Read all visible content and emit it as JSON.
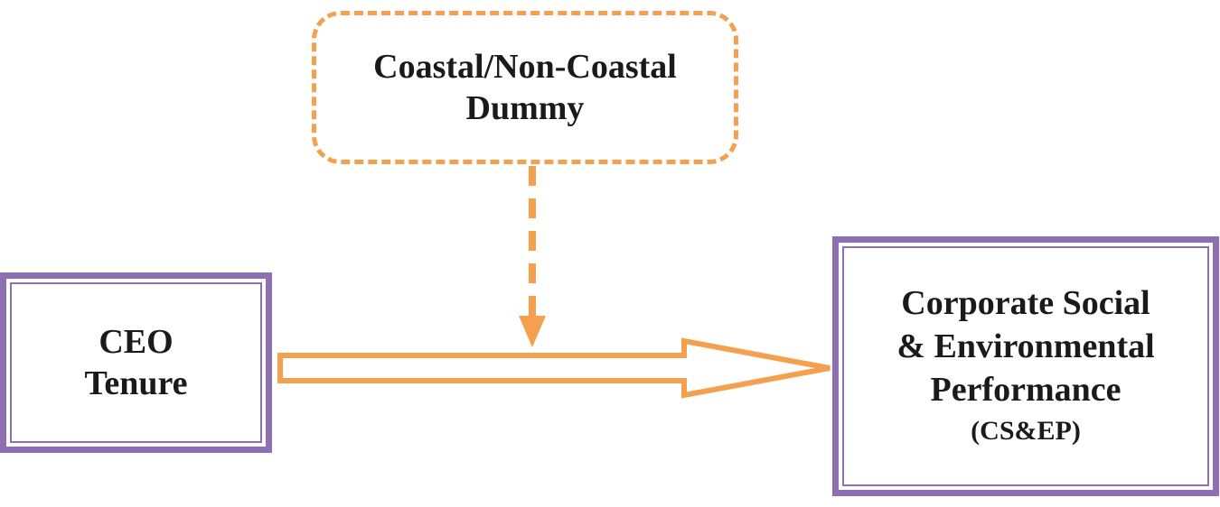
{
  "moderator": {
    "line1": "Coastal/Non-Coastal",
    "line2": "Dummy"
  },
  "independent": {
    "line1": "CEO",
    "line2": "Tenure"
  },
  "dependent": {
    "line1": "Corporate Social",
    "line2": "& Environmental",
    "line3": "Performance",
    "abbr": "(CS&EP)"
  },
  "colors": {
    "orange": "#f5a04f",
    "purple": "#8e6fb2",
    "text": "#1a1a1a"
  }
}
